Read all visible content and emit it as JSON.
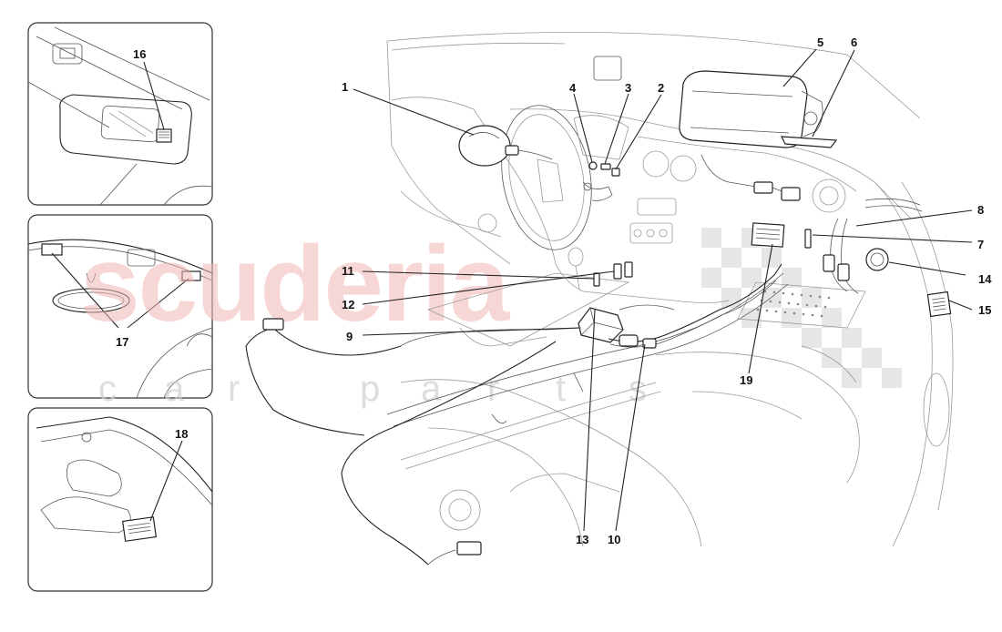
{
  "watermark": {
    "brand": "scuderia",
    "tagline_letters": [
      "c",
      "a",
      "r",
      "p",
      "a",
      "r",
      "t",
      "s"
    ]
  },
  "callouts": {
    "c1": "1",
    "c2": "2",
    "c3": "3",
    "c4": "4",
    "c5": "5",
    "c6": "6",
    "c7": "7",
    "c8": "8",
    "c9": "9",
    "c10": "10",
    "c11": "11",
    "c12": "12",
    "c13": "13",
    "c14": "14",
    "c15": "15",
    "c16": "16",
    "c17": "17",
    "c18": "18",
    "c19": "19"
  }
}
